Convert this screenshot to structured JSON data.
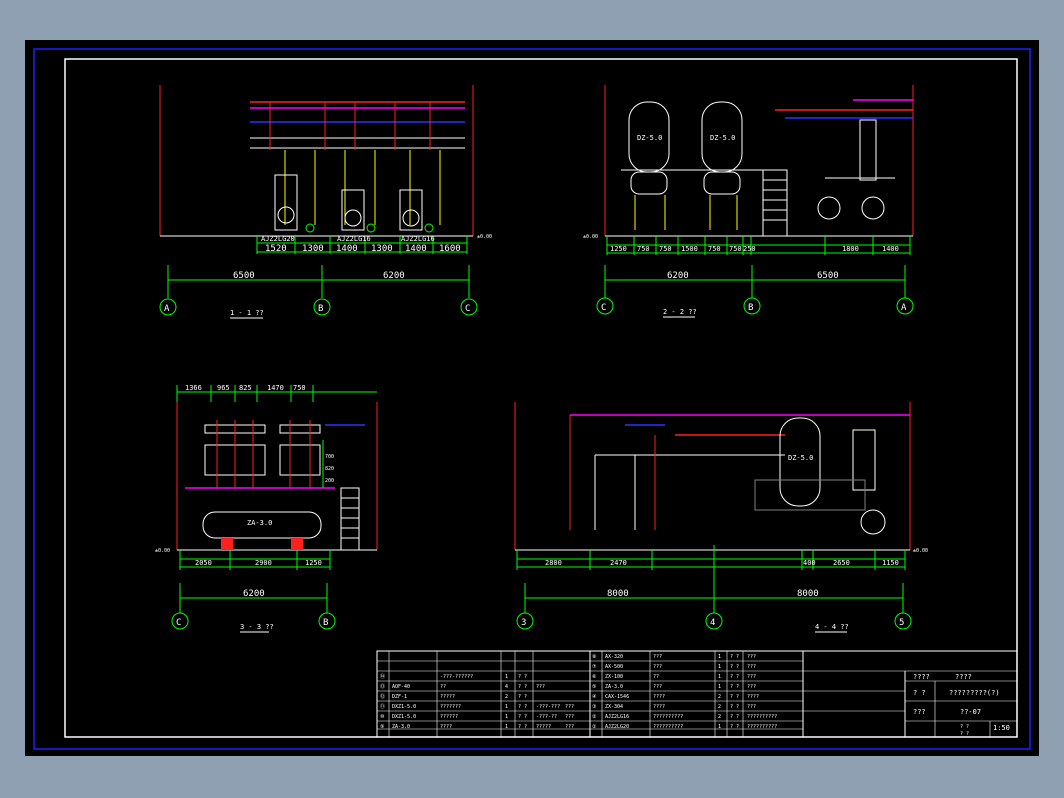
{
  "colors": {
    "background": "#000000",
    "frame": "#2020ff",
    "white": "#ffffff",
    "dim": "#00ff00",
    "cyan": "#00ffff",
    "red": "#ff2020",
    "magenta": "#ff00ff",
    "blue": "#3030ff",
    "yellow": "#ffff00",
    "gray": "#808080"
  },
  "view1": {
    "title": "1 - 1 ??",
    "axes": [
      "A",
      "B",
      "C"
    ],
    "spans": [
      "6500",
      "6200"
    ],
    "segments": [
      "1520",
      "1300",
      "1400",
      "1300",
      "1400",
      "1600"
    ],
    "pumps": [
      "AJZ2LG20",
      "AJZ2LG16",
      "AJZ2LG16"
    ],
    "elev": "±0.00"
  },
  "view2": {
    "title": "2 - 2 ??",
    "axes": [
      "C",
      "B",
      "A"
    ],
    "spans": [
      "6200",
      "6500"
    ],
    "segments": [
      "1250",
      "750",
      "750",
      "1500",
      "750",
      "750",
      "250",
      "1800",
      "1400"
    ],
    "tanks": [
      "DZ-5.0",
      "DZ-5.0"
    ],
    "elev": "±0.00"
  },
  "view3": {
    "title": "3 - 3 ??",
    "axes": [
      "C",
      "B"
    ],
    "spans": [
      "6200"
    ],
    "top_segments": [
      "1366",
      "965",
      "825",
      "1470",
      "750"
    ],
    "segments": [
      "2050",
      "2900",
      "1250"
    ],
    "vertical_dims": [
      "700",
      "820",
      "200"
    ],
    "tank": "ZA-3.0",
    "elev": "±0.00"
  },
  "view4": {
    "title": "4 - 4 ??",
    "axes": [
      "3",
      "4",
      "5"
    ],
    "spans": [
      "8000",
      "8000"
    ],
    "segments": [
      "2800",
      "2470",
      "400",
      "2650",
      "1150"
    ],
    "tank": "DZ-5.0",
    "elev": "±0.00"
  },
  "equipment_table": {
    "rows": [
      [
        "⑭",
        "",
        "-???-??????",
        "1",
        "?  ?",
        "",
        ""
      ],
      [
        "⑬",
        "AOF-40",
        "??",
        "4",
        "?  ?",
        "???",
        ""
      ],
      [
        "⑫",
        "DZF-1",
        "?????",
        "2",
        "?  ?",
        "",
        ""
      ],
      [
        "⑪",
        "DXZ1-5.0",
        "???????",
        "1",
        "?  ?",
        "-???-???",
        "???"
      ],
      [
        "⑩",
        "DXZ1-5.0",
        "??????",
        "1",
        "?  ?",
        "-???-??",
        "???"
      ],
      [
        "⑨",
        "ZA-3.0",
        "????",
        "1",
        "?  ?",
        "?????",
        "???"
      ]
    ],
    "rows_right": [
      [
        "⑧",
        "AX-320",
        "???",
        "1",
        "?  ?",
        "???"
      ],
      [
        "⑦",
        "AX-500",
        "???",
        "1",
        "?  ?",
        "???"
      ],
      [
        "⑥",
        "ZX-100",
        "??",
        "1",
        "?  ?",
        "???"
      ],
      [
        "⑤",
        "ZA-3.0",
        "???",
        "1",
        "?  ?",
        "???"
      ],
      [
        "④",
        "CAX-1546",
        "????",
        "2",
        "?  ?",
        "????"
      ],
      [
        "③",
        "ZX-304",
        "????",
        "2",
        "?  ?",
        "???"
      ],
      [
        "②",
        "AJZ2LG16",
        "??????????",
        "2",
        "?  ?",
        "??????????"
      ],
      [
        "①",
        "AJZ2LG20",
        "??????????",
        "1",
        "?  ?",
        "??????????"
      ]
    ]
  },
  "title_block": {
    "labels": [
      "????",
      "????",
      "?  ?",
      "?????????(?)",
      "???",
      "??-07"
    ],
    "scale": "1:50",
    "bottom": [
      "?  ?",
      "?  ?"
    ]
  }
}
